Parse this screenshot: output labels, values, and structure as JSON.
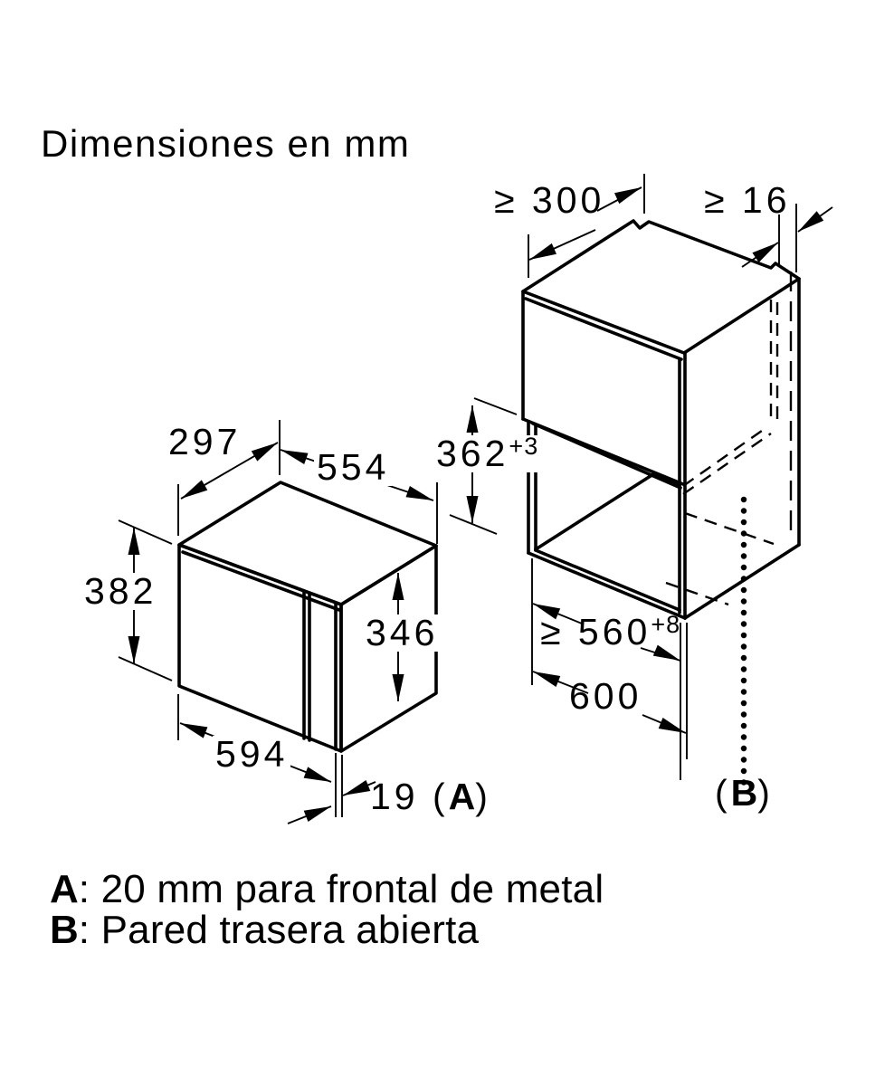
{
  "title": "Dimensiones en mm",
  "colors": {
    "line": "#000000",
    "background": "#ffffff"
  },
  "oven": {
    "depth": "297",
    "top_width": "554",
    "height": "382",
    "side_height": "346",
    "front_width": "594",
    "door_dim_prefix": "19 (",
    "door_dim_key": "A",
    "door_dim_suffix": ")"
  },
  "cabinet": {
    "top_depth": "≥ 300",
    "panel_thickness": "≥ 16",
    "niche_height": "362",
    "niche_height_tol": "+3",
    "niche_width": "≥ 560",
    "niche_width_tol": "+8",
    "outer_width": "600",
    "back_dim_prefix": "(",
    "back_dim_key": "B",
    "back_dim_suffix": ")"
  },
  "legend": {
    "a_key": "A",
    "a_text": ": 20 mm para frontal de metal",
    "b_key": "B",
    "b_text": ": Pared trasera abierta"
  }
}
